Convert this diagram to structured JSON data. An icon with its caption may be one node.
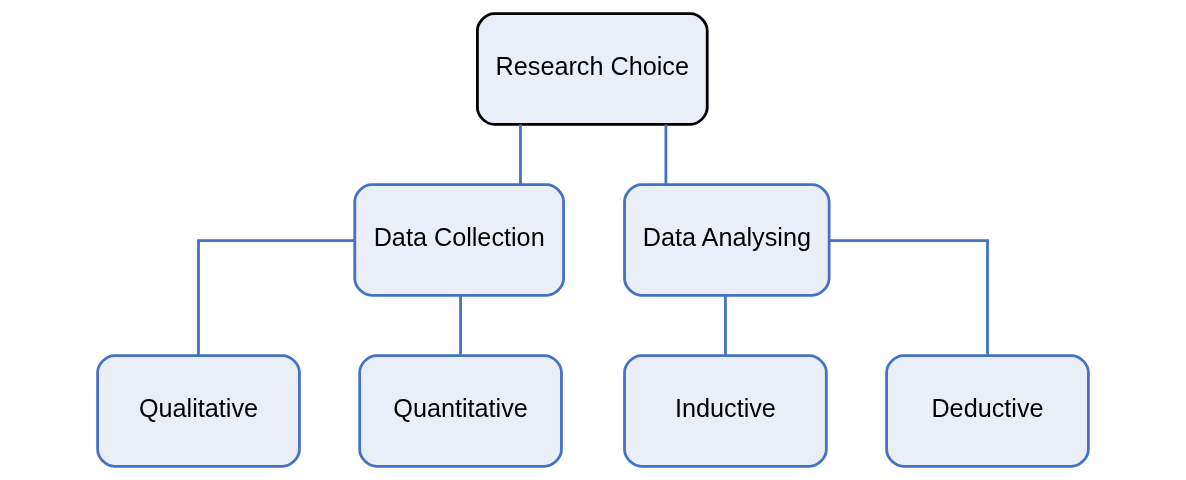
{
  "diagram": {
    "nodes": [
      {
        "text": [
          "Research Choice"
        ]
      },
      {
        "text": [
          "Data Collection"
        ]
      },
      {
        "text": [
          "Data Analysing"
        ]
      },
      {
        "text": [
          "Qualitative"
        ]
      },
      {
        "text": [
          "Quantitative"
        ]
      },
      {
        "text": [
          "Inductive"
        ]
      },
      {
        "text": [
          "Deductive"
        ]
      }
    ],
    "edges": [
      {
        "from": 0,
        "to": 1,
        "arrow": "none"
      },
      {
        "from": 0,
        "to": 2,
        "arrow": "none"
      },
      {
        "from": 1,
        "to": 3,
        "arrow": "none"
      },
      {
        "from": 1,
        "to": 4,
        "arrow": "none"
      },
      {
        "from": 2,
        "to": 5,
        "arrow": "none"
      },
      {
        "from": 2,
        "to": 6,
        "arrow": "none"
      }
    ]
  }
}
